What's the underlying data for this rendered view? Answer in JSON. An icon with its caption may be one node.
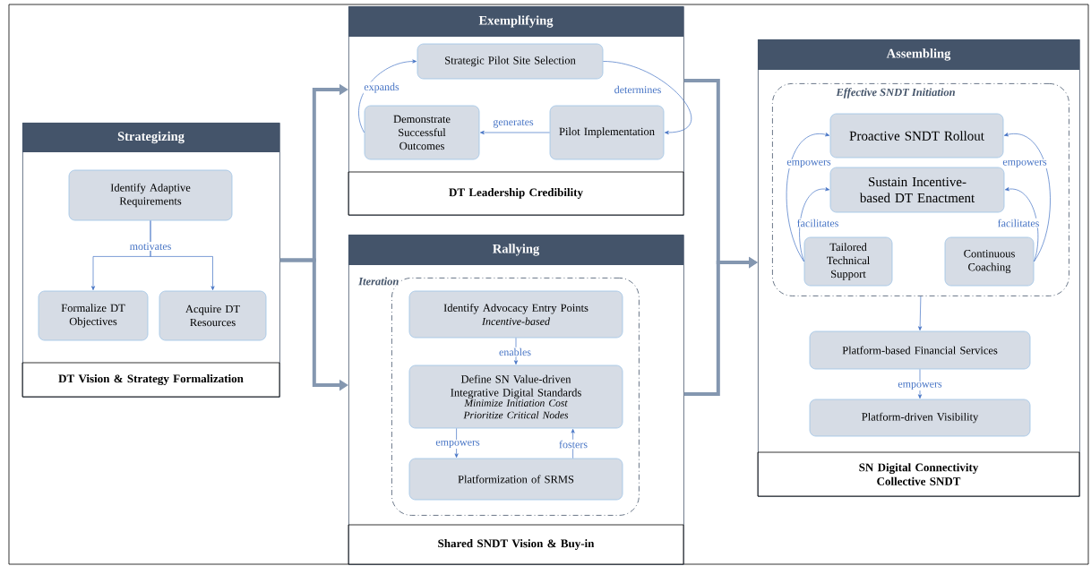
{
  "diagram": {
    "nodes": [
      {
        "text": [
          "Strategizing",
          "DT Vision & Strategy Formalization"
        ]
      },
      {
        "text": [
          "Identify Adaptive Requirements"
        ],
        "in": 0
      },
      {
        "text": [
          "Formalize DT Objectives"
        ],
        "in": 0
      },
      {
        "text": [
          "Acquire DT Resources"
        ],
        "in": 0
      },
      {
        "text": [
          "Exemplifying",
          "DT Leadership Credibility"
        ]
      },
      {
        "text": [
          "Strategic Pilot Site Selection"
        ],
        "in": 4
      },
      {
        "text": [
          "Pilot Implementation"
        ],
        "in": 4
      },
      {
        "text": [
          "Demonstrate Successful Outcomes"
        ],
        "in": 4
      },
      {
        "text": [
          "Rallying",
          "Shared SNDT Vision & Buy-in"
        ]
      },
      {
        "text": [
          "Iteration"
        ],
        "in": 8
      },
      {
        "text": [
          "Identify Advocacy Entry Points",
          "Incentive-based"
        ],
        "in": 9
      },
      {
        "text": [
          "Define SN Value-driven Integrative Digital Standards",
          "Minimize Initiation Cost Prioritize Critical Nodes"
        ],
        "in": 9
      },
      {
        "text": [
          "Platformization of SRMS"
        ],
        "in": 9
      },
      {
        "text": [
          "Assembling",
          "SN Digital Connectivity Collective SNDT"
        ]
      },
      {
        "text": [
          "Effective SNDT Initiation"
        ],
        "in": 13
      },
      {
        "text": [
          "Proactive SNDT Rollout"
        ],
        "in": 14
      },
      {
        "text": [
          "Sustain Incentive-based DT Enactment"
        ],
        "in": 14
      },
      {
        "text": [
          "Tailored Technical Support"
        ],
        "in": 14
      },
      {
        "text": [
          "Continuous Coaching"
        ],
        "in": 14
      },
      {
        "text": [
          "Platform-based Financial Services"
        ],
        "in": 13
      },
      {
        "text": [
          "Platform-driven Visibility"
        ],
        "in": 13
      }
    ],
    "edges": [
      {
        "from": 1,
        "to": 2,
        "arrow": "to",
        "label": "motivates"
      },
      {
        "from": 1,
        "to": 3,
        "arrow": "to"
      },
      {
        "from": 0,
        "to": 4,
        "arrow": "to",
        "style": "thick",
        "color": "#8497b0"
      },
      {
        "from": 0,
        "to": 8,
        "arrow": "to",
        "style": "thick",
        "color": "#8497b0"
      },
      {
        "from": 5,
        "to": 6,
        "arrow": "to",
        "label": "determines"
      },
      {
        "from": 6,
        "to": 7,
        "arrow": "to",
        "label": "generates"
      },
      {
        "from": 7,
        "to": 5,
        "arrow": "to",
        "label": "expands"
      },
      {
        "from": 10,
        "to": 11,
        "arrow": "to",
        "label": "enables"
      },
      {
        "from": 11,
        "to": 12,
        "arrow": "to",
        "label": "empowers"
      },
      {
        "from": 12,
        "to": 11,
        "arrow": "to",
        "label": "fosters"
      },
      {
        "from": 4,
        "to": 13,
        "arrow": "to",
        "style": "thick",
        "color": "#8497b0"
      },
      {
        "from": 8,
        "to": 13,
        "arrow": "to",
        "style": "thick",
        "color": "#8497b0"
      },
      {
        "from": 17,
        "to": 15,
        "arrow": "to",
        "label": "empowers"
      },
      {
        "from": 17,
        "to": 16,
        "arrow": "to",
        "label": "facilitates"
      },
      {
        "from": 18,
        "to": 15,
        "arrow": "to",
        "label": "empowers"
      },
      {
        "from": 18,
        "to": 16,
        "arrow": "to",
        "label": "facilitates"
      },
      {
        "from": 14,
        "to": 19,
        "arrow": "to"
      },
      {
        "from": 19,
        "to": 20,
        "arrow": "to",
        "label": "empowers"
      }
    ]
  }
}
